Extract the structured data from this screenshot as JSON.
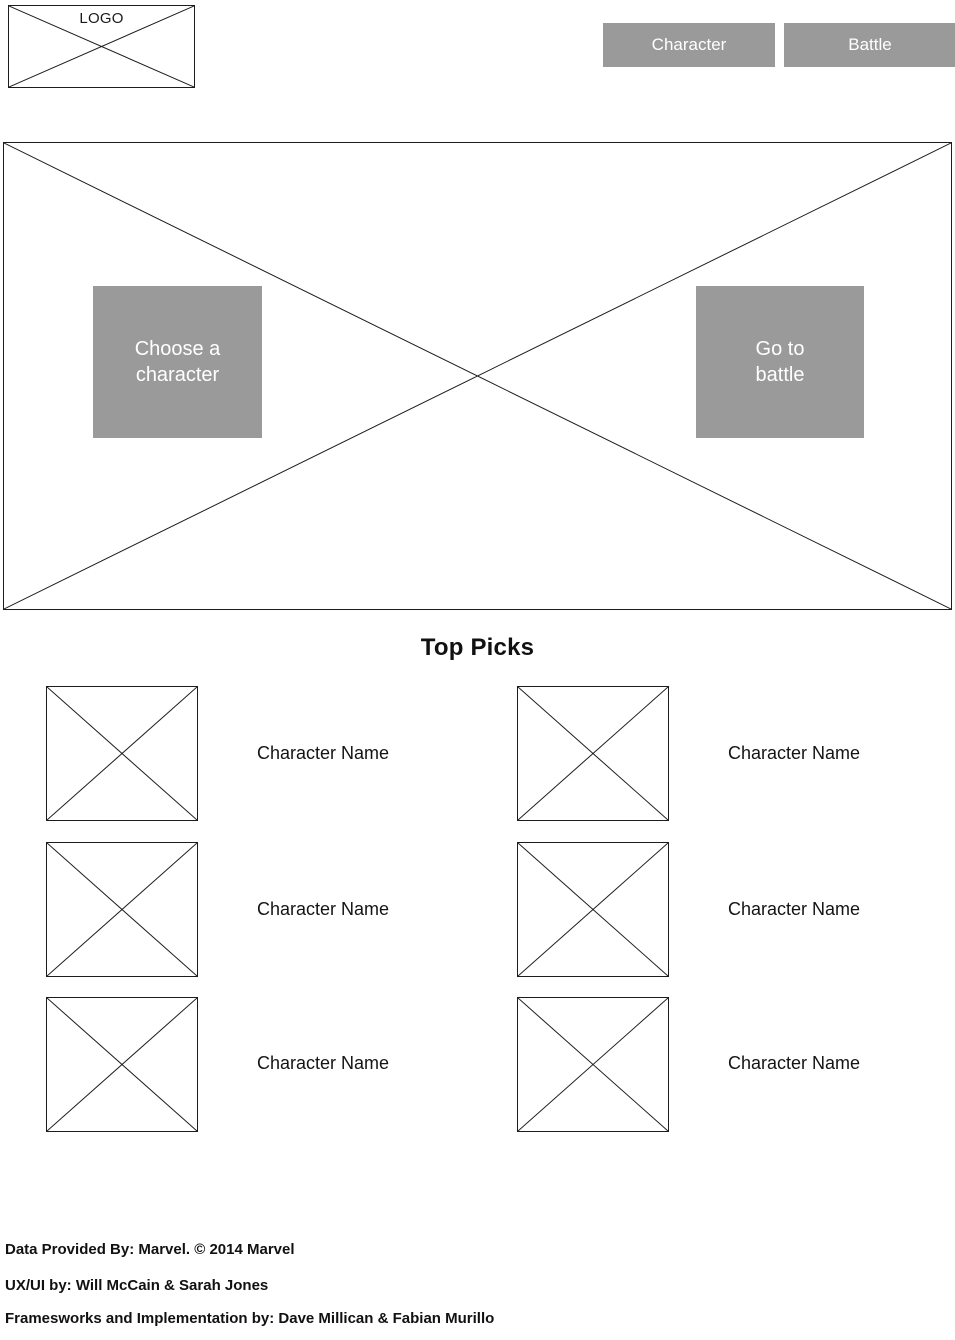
{
  "header": {
    "logo_label": "LOGO",
    "nav": [
      {
        "label": "Character"
      },
      {
        "label": "Battle"
      }
    ]
  },
  "hero": {
    "image_placeholder": "hero-image-placeholder",
    "cta_left": "Choose a\ncharacter",
    "cta_right": "Go to\nbattle"
  },
  "top_picks": {
    "title": "Top Picks",
    "items": [
      {
        "name": "Character Name",
        "thumb": "character-thumbnail-placeholder"
      },
      {
        "name": "Character Name",
        "thumb": "character-thumbnail-placeholder"
      },
      {
        "name": "Character Name",
        "thumb": "character-thumbnail-placeholder"
      },
      {
        "name": "Character Name",
        "thumb": "character-thumbnail-placeholder"
      },
      {
        "name": "Character Name",
        "thumb": "character-thumbnail-placeholder"
      },
      {
        "name": "Character Name",
        "thumb": "character-thumbnail-placeholder"
      }
    ]
  },
  "footer": {
    "lines": [
      "Data Provided By: Marvel. © 2014 Marvel",
      "UX/UI by: Will McCain & Sarah Jones",
      "Framesworks and Implementation by: Dave Millican & Fabian Murillo"
    ]
  },
  "colors": {
    "button_gray": "#9a9a9a",
    "button_text": "#ffffff",
    "outline": "#1c1c1c",
    "text": "#111111",
    "background": "#ffffff"
  }
}
